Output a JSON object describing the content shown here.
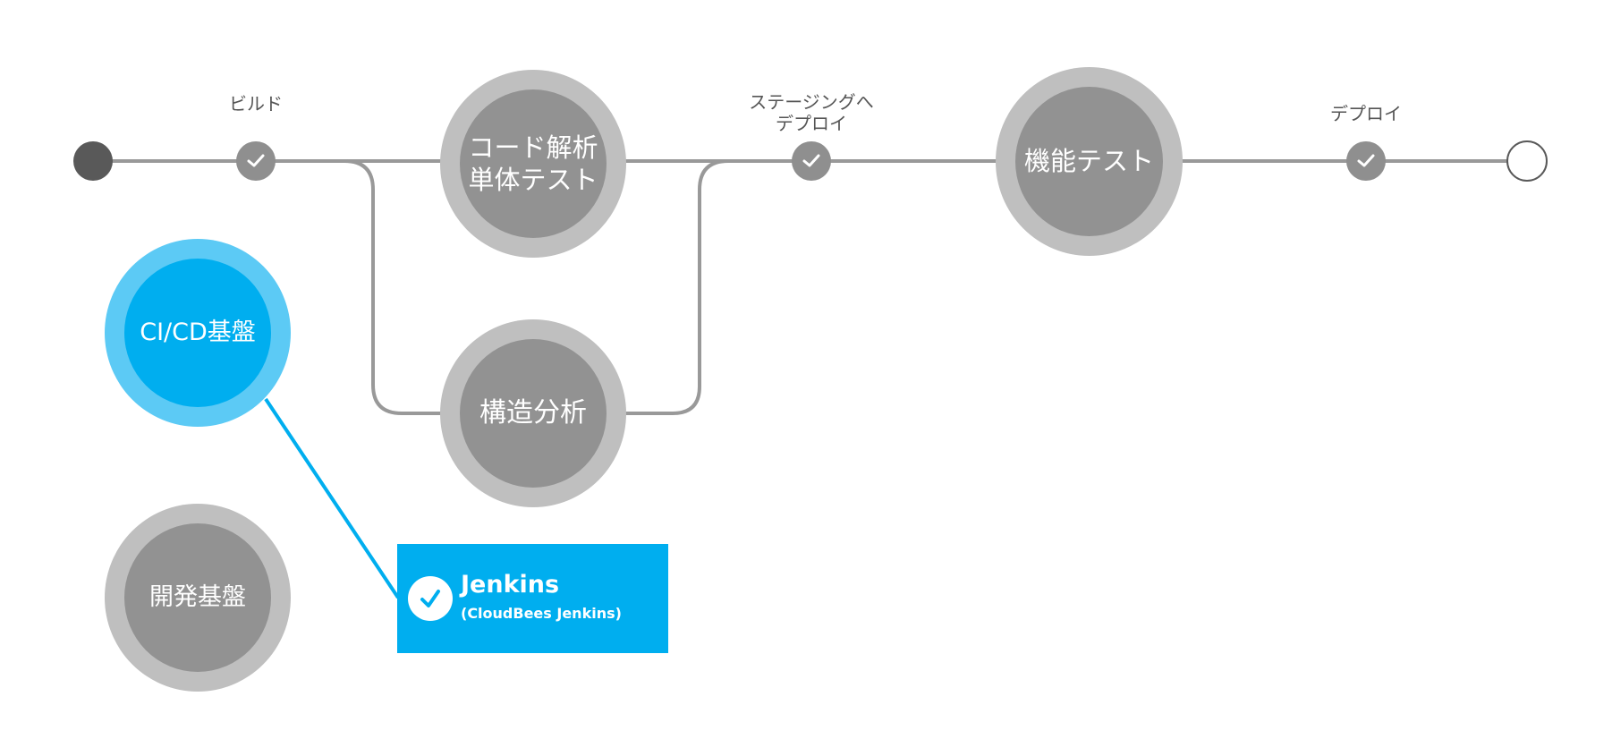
{
  "colors": {
    "line": "#999999",
    "node_outer": "#bfbfbf",
    "node_inner": "#929292",
    "node_accent_outer": "#5ccaf5",
    "node_accent_inner": "#00aeef",
    "start_dot": "#595959",
    "check_dot": "#8f8f8f"
  },
  "pipeline": {
    "stage_labels": {
      "build": "ビルド",
      "staging_deploy": "ステージングへ\nデプロイ",
      "deploy": "デプロイ"
    },
    "nodes": {
      "code_analysis": "コード解析\n単体テスト",
      "structure_analysis": "構造分析",
      "functional_test": "機能テスト"
    }
  },
  "platforms": {
    "cicd": "CI/CD基盤",
    "dev": "開発基盤"
  },
  "tool": {
    "name": "Jenkins",
    "detail": "(CloudBees Jenkins)"
  }
}
